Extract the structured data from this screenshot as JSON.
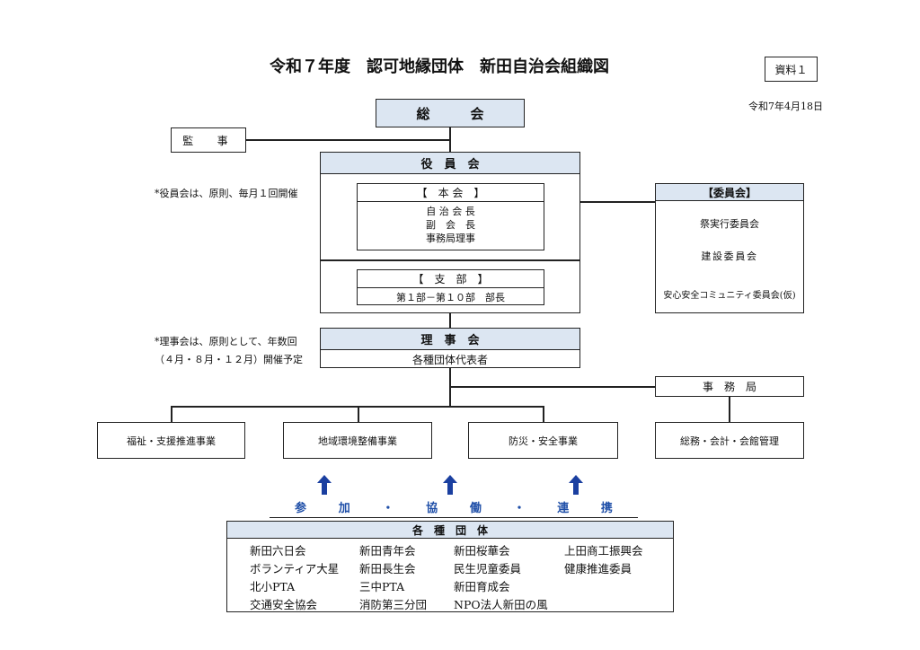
{
  "title": "令和７年度　認可地縁団体　新田自治会組織図",
  "doc_label": "資料１",
  "date": "令和7年4月18日",
  "general_meeting": "総　　　会",
  "auditor": "監　事",
  "board": {
    "header": "役　員　会",
    "note": "*役員会は、原則、毎月１回開催",
    "main_header": "【　本 会　】",
    "main_members": [
      "自 治 会 長",
      "副　会　長",
      "事務局理事"
    ],
    "branch_header": "【　支　部　】",
    "branch_member": "第１部－第１０部　部長"
  },
  "committee": {
    "header": "【委員会】",
    "items": [
      "祭実行委員会",
      "建設委員会",
      "安心安全コミュニティ委員会(仮)"
    ]
  },
  "directors": {
    "header": "理　事　会",
    "sub": "各種団体代表者",
    "note_line1": "*理事会は、原則として、年数回",
    "note_line2": "（４月・８月・１２月）開催予定"
  },
  "secretariat": "事　務　局",
  "divisions": [
    "福祉・支援推進事業",
    "地域環境整備事業",
    "防災・安全事業",
    "総務・会計・会館管理"
  ],
  "participation": [
    "参",
    "加",
    "・",
    "協",
    "働",
    "・",
    "連",
    "携"
  ],
  "groups": {
    "header": "各　種　団　体",
    "columns": [
      [
        "新田六日会",
        "ボランティア大星",
        "北小PTA",
        "交通安全協会"
      ],
      [
        "新田青年会",
        "新田長生会",
        "三中PTA",
        "消防第三分団"
      ],
      [
        "新田桜華会",
        "民生児童委員",
        "新田育成会",
        "NPO法人新田の風"
      ],
      [
        "上田商工振興会",
        "健康推進委員"
      ]
    ]
  },
  "colors": {
    "header_fill": "#dce6f2",
    "accent_blue": "#1f4fa8",
    "arrow_blue": "#1a3fa0"
  }
}
